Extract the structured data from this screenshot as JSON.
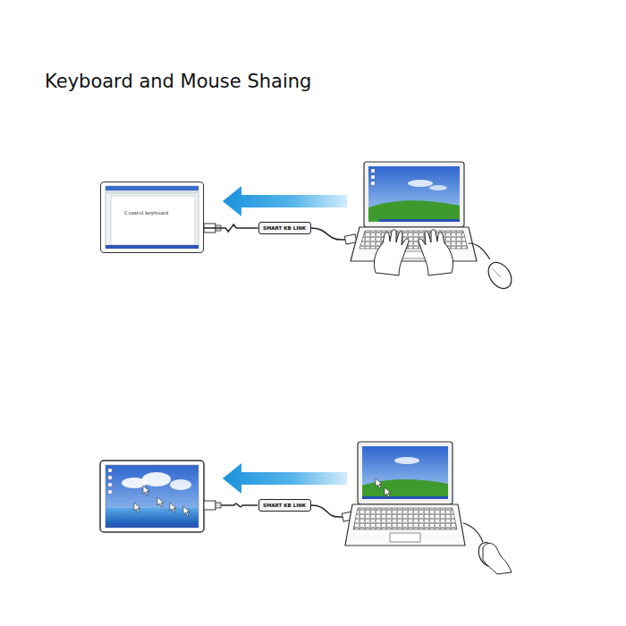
{
  "diagram": {
    "title": "Keyboard and Mouse Shaing",
    "nodes": [
      {
        "text": [
          "Control keyboard"
        ]
      },
      {
        "text": [
          "SMART KB LINK"
        ]
      },
      {
        "text": [
          "SMART KB LINK"
        ]
      }
    ],
    "edges": [
      {
        "from": 1,
        "to": 0,
        "arrow": "none"
      }
    ]
  }
}
